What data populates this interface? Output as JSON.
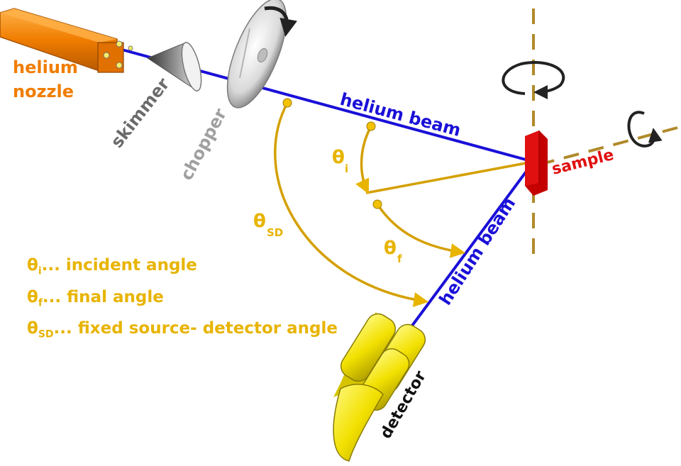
{
  "labels": {
    "nozzle_line1": "helium",
    "nozzle_line2": "nozzle",
    "skimmer": "skimmer",
    "chopper": "chopper",
    "beam_incident": "helium  beam",
    "beam_scattered": "helium  beam",
    "sample": "sample",
    "detector": "detector"
  },
  "angles": {
    "theta_symbol": "θ",
    "incident_sub": "i",
    "final_sub": "f",
    "source_detector_sub": "SD"
  },
  "legend": [
    {
      "symbol": "θ",
      "sub": "i",
      "text": "... incident angle"
    },
    {
      "symbol": "θ",
      "sub": "f",
      "text": "... final angle"
    },
    {
      "symbol": "θ",
      "sub": "SD",
      "text": "... fixed source- detector angle"
    }
  ],
  "colors": {
    "beam": "#1a10d8",
    "angle": "#e8b400",
    "nozzle": "#f07d00",
    "sample": "#e01010",
    "skimmer": "#7a7a7a",
    "chopper": "#a6a6a6",
    "axis": "#b08a2a",
    "detector": "#f2e000",
    "detector_label": "#111111"
  },
  "icons": [
    "rotation-arrow-icon",
    "rotation-arrow-icon",
    "rotation-arrow-icon"
  ]
}
